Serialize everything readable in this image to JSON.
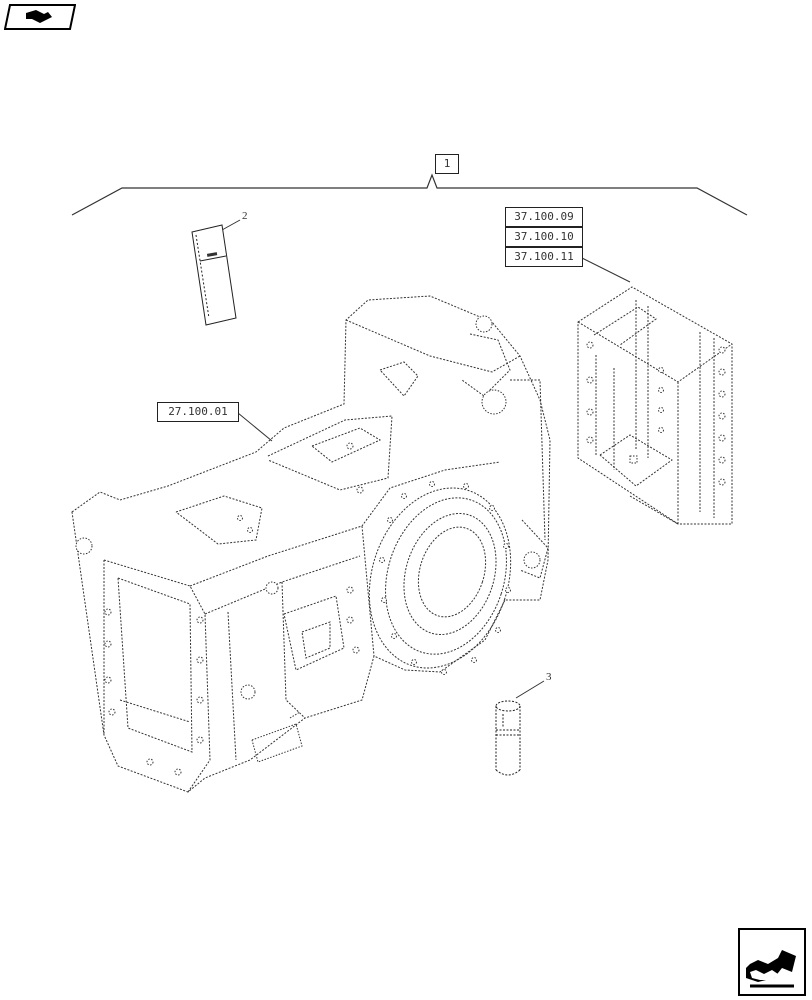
{
  "diagram": {
    "callouts": {
      "item1": "1",
      "item2": "2",
      "item3": "3"
    },
    "references": {
      "ref_housing": "27.100.01",
      "ref_hitch_a": "37.100.09",
      "ref_hitch_b": "37.100.10",
      "ref_hitch_c": "37.100.11"
    }
  },
  "navigation": {
    "top_icon": "book-arrow-icon",
    "bottom_icon": "next-page-arrow-icon"
  }
}
